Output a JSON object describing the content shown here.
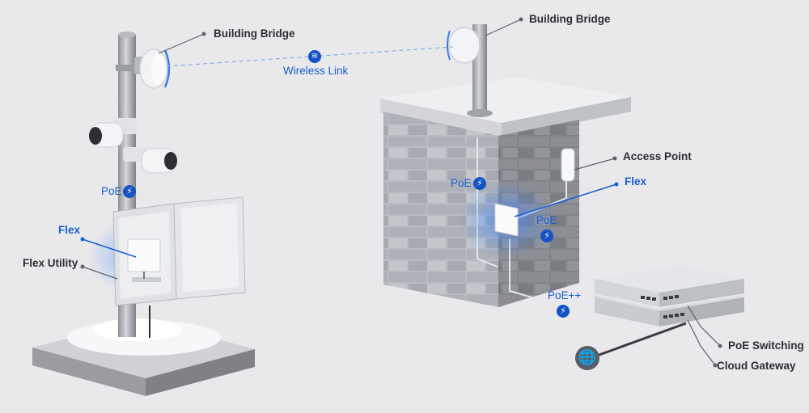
{
  "labels": {
    "building_bridge_left": "Building Bridge",
    "building_bridge_right": "Building Bridge",
    "wireless_link": "Wireless Link",
    "poe_left": "PoE",
    "flex_left": "Flex",
    "flex_utility": "Flex Utility",
    "poe_right_top": "PoE",
    "access_point": "Access Point",
    "flex_right": "Flex",
    "poe_right_mid": "PoE",
    "poe_plus_plus": "PoE++",
    "poe_switching": "PoE Switching",
    "cloud_gateway": "Cloud Gateway"
  },
  "icons": {
    "bolt_glyph": "⚡",
    "wave_glyph": "≋",
    "globe_glyph": "🌐"
  },
  "colors": {
    "background": "#e9e9eb",
    "accent_blue": "#1a5fd6",
    "badge_blue": "#1553c4",
    "label_dark": "#2e2e33"
  }
}
